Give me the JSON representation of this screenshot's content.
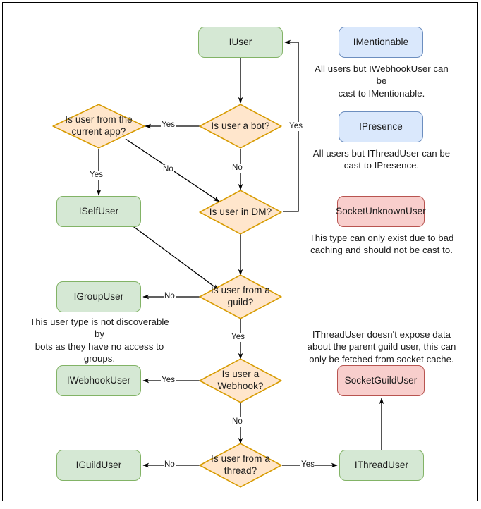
{
  "diagram": {
    "title": "Discord.Net user type resolution flowchart",
    "colors": {
      "green_fill": "#d5e8d4",
      "green_stroke": "#82b366",
      "blue_fill": "#dae8fc",
      "blue_stroke": "#6c8ebf",
      "red_fill": "#f8cecc",
      "red_stroke": "#b85450",
      "orange_fill": "#ffe6cc",
      "orange_stroke": "#d79b00",
      "edge_stroke": "#000000",
      "frame_border": "#000000"
    },
    "nodes": [
      {
        "id": "iuser",
        "label": "IUser",
        "shape": "box",
        "style": "green"
      },
      {
        "id": "imentionable",
        "label": "IMentionable",
        "shape": "box",
        "style": "blue"
      },
      {
        "id": "ipresence",
        "label": "IPresence",
        "shape": "box",
        "style": "blue"
      },
      {
        "id": "socketunknownuser",
        "label": "SocketUnknownUser",
        "shape": "box",
        "style": "red"
      },
      {
        "id": "socketguilduser",
        "label": "SocketGuildUser",
        "shape": "box",
        "style": "red"
      },
      {
        "id": "iselfuser",
        "label": "ISelfUser",
        "shape": "box",
        "style": "green"
      },
      {
        "id": "igroupuser",
        "label": "IGroupUser",
        "shape": "box",
        "style": "green"
      },
      {
        "id": "iwebhookuser",
        "label": "IWebhookUser",
        "shape": "box",
        "style": "green"
      },
      {
        "id": "iguilduser",
        "label": "IGuildUser",
        "shape": "box",
        "style": "green"
      },
      {
        "id": "ithreaduser",
        "label": "IThreadUser",
        "shape": "box",
        "style": "green"
      },
      {
        "id": "is-current-app",
        "label": "Is user from the\ncurrent app?",
        "shape": "diamond",
        "style": "orange"
      },
      {
        "id": "is-bot",
        "label": "Is user a bot?",
        "shape": "diamond",
        "style": "orange"
      },
      {
        "id": "is-dm",
        "label": "Is user in DM?",
        "shape": "diamond",
        "style": "orange"
      },
      {
        "id": "is-guild",
        "label": "Is user from a\nguild?",
        "shape": "diamond",
        "style": "orange"
      },
      {
        "id": "is-webhook",
        "label": "Is user a\nWebhook?",
        "shape": "diamond",
        "style": "orange"
      },
      {
        "id": "is-thread",
        "label": "Is user from a\nthread?",
        "shape": "diamond",
        "style": "orange"
      }
    ],
    "notes": [
      {
        "id": "note-imentionable",
        "text": "All users but IWebhookUser can be\ncast to IMentionable."
      },
      {
        "id": "note-ipresence",
        "text": "All users but IThreadUser can be\ncast to IPresence."
      },
      {
        "id": "note-socketunknown",
        "text": "This type can only exist due to bad\ncaching and should not be cast to."
      },
      {
        "id": "note-igroupuser",
        "text": "This user type is not discoverable by\nbots as they have no access to\ngroups."
      },
      {
        "id": "note-socketguilduser",
        "text": "IThreadUser doesn't expose data\nabout the parent guild user, this can\nonly be fetched from socket cache."
      }
    ],
    "edges": [
      {
        "id": "edge-iuser-isbot",
        "from": "iuser",
        "to": "is-bot",
        "label": ""
      },
      {
        "id": "edge-isbot-currentapp",
        "from": "is-bot",
        "to": "is-current-app",
        "label": "Yes"
      },
      {
        "id": "edge-isbot-isdm",
        "from": "is-bot",
        "to": "is-dm",
        "label": "No"
      },
      {
        "id": "edge-currentapp-iselfuser",
        "from": "is-current-app",
        "to": "iselfuser",
        "label": "Yes"
      },
      {
        "id": "edge-currentapp-isdm",
        "from": "is-current-app",
        "to": "is-dm",
        "label": "No"
      },
      {
        "id": "edge-isdm-iuser-loop",
        "from": "is-dm",
        "to": "iuser",
        "label": "Yes"
      },
      {
        "id": "edge-isdm-isguild",
        "from": "is-dm",
        "to": "is-guild",
        "label": ""
      },
      {
        "id": "edge-iselfuser-isguild",
        "from": "iselfuser",
        "to": "is-guild",
        "label": ""
      },
      {
        "id": "edge-isguild-igroupuser",
        "from": "is-guild",
        "to": "igroupuser",
        "label": "No"
      },
      {
        "id": "edge-isguild-iswebhook",
        "from": "is-guild",
        "to": "is-webhook",
        "label": "Yes"
      },
      {
        "id": "edge-iswebhook-iwebhookuser",
        "from": "is-webhook",
        "to": "iwebhookuser",
        "label": "Yes"
      },
      {
        "id": "edge-iswebhook-isthread",
        "from": "is-webhook",
        "to": "is-thread",
        "label": "No"
      },
      {
        "id": "edge-isthread-iguilduser",
        "from": "is-thread",
        "to": "iguilduser",
        "label": "No"
      },
      {
        "id": "edge-isthread-ithreaduser",
        "from": "is-thread",
        "to": "ithreaduser",
        "label": "Yes"
      },
      {
        "id": "edge-ithreaduser-socketguilduser",
        "from": "ithreaduser",
        "to": "socketguilduser",
        "label": ""
      }
    ],
    "edge_labels": {
      "isbot_yes": "Yes",
      "isbot_no": "No",
      "currentapp_yes": "Yes",
      "currentapp_no": "No",
      "isdm_yes": "Yes",
      "isguild_no": "No",
      "isguild_yes": "Yes",
      "iswebhook_yes": "Yes",
      "iswebhook_no": "No",
      "isthread_no": "No",
      "isthread_yes": "Yes"
    }
  }
}
